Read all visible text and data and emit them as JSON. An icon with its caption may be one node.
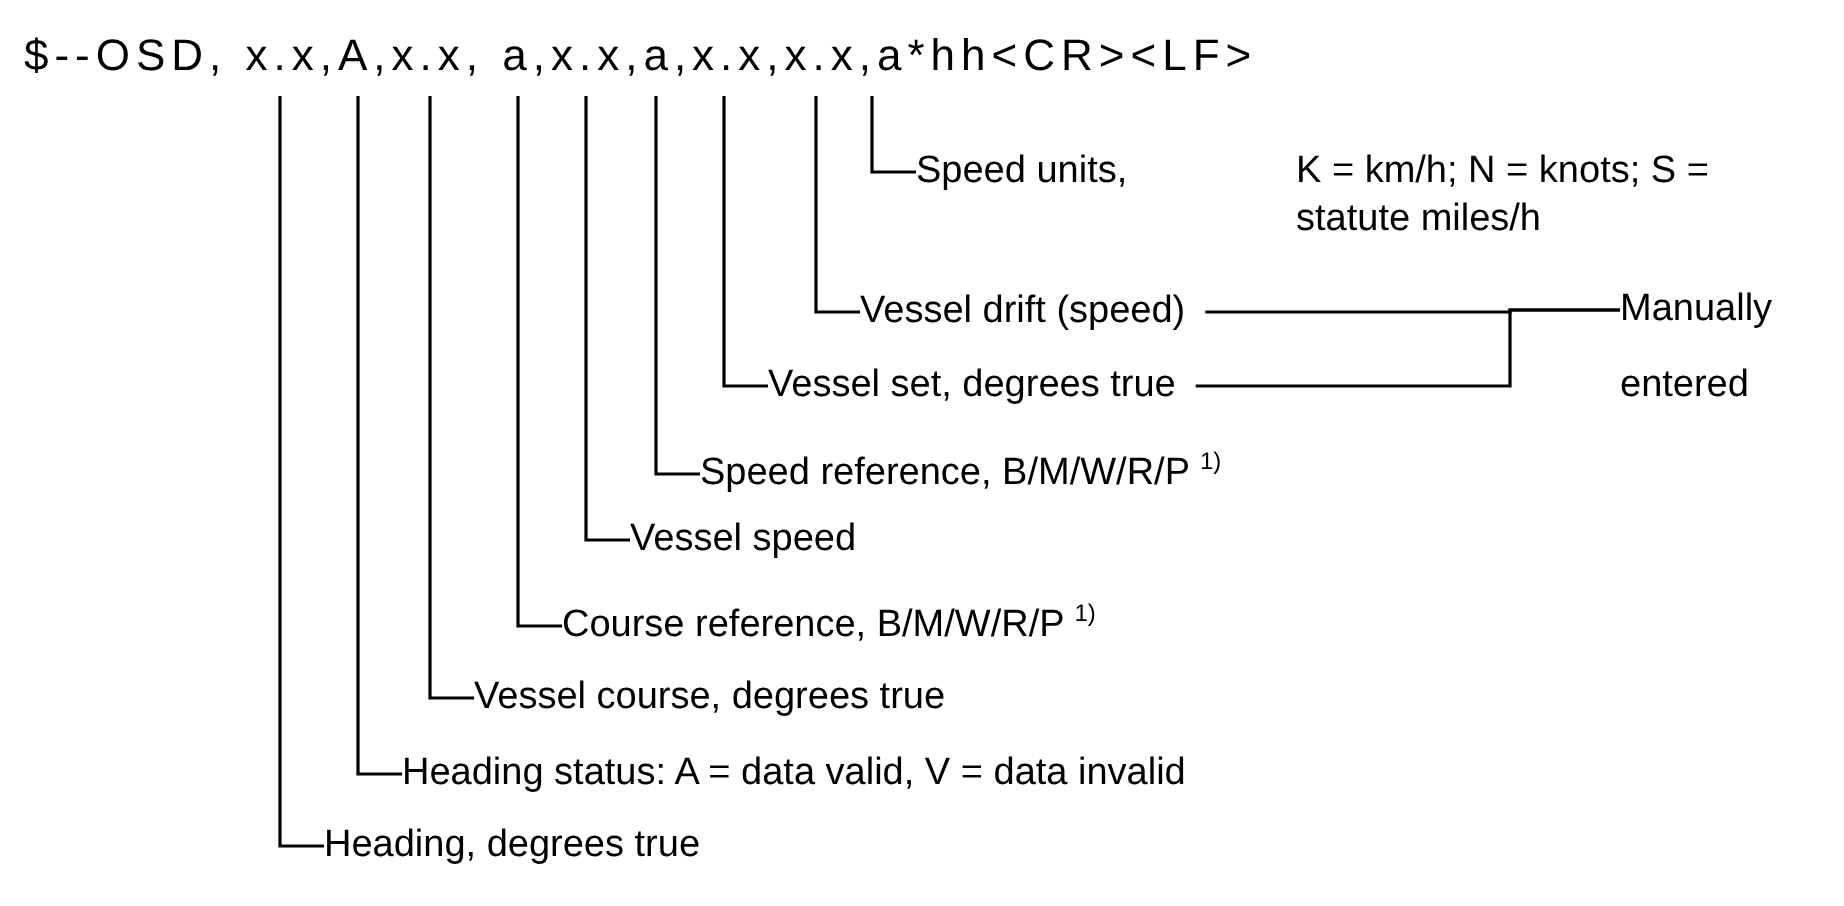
{
  "diagram": {
    "nodes": [
      {
        "text": [
          "$--OSD, x.x,A,x.x, a,x.x,a,x.x,x.x,a*hh<CR><LF>"
        ]
      },
      {
        "text": [
          "Speed units,",
          "K = km/h; N = knots; S = statute miles/h"
        ]
      },
      {
        "text": [
          "Vessel drift (speed)"
        ]
      },
      {
        "text": [
          "Manually entered"
        ]
      },
      {
        "text": [
          "Vessel set, degrees true"
        ]
      },
      {
        "text": [
          "Speed reference, B/M/W/R/P $^{1)}$"
        ]
      },
      {
        "text": [
          "Vessel speed"
        ]
      },
      {
        "text": [
          "Course reference, B/M/W/R/P $^{1)}$"
        ]
      },
      {
        "text": [
          "Vessel course, degrees true"
        ]
      },
      {
        "text": [
          "Heading status: A = data valid, V = data invalid"
        ]
      },
      {
        "text": [
          "Heading, degrees true"
        ]
      }
    ],
    "edges": [
      {
        "from": 1,
        "to": 0,
        "arrow": "none"
      },
      {
        "from": 2,
        "to": 0,
        "arrow": "none"
      },
      {
        "from": 2,
        "to": 3,
        "arrow": "none"
      },
      {
        "from": 4,
        "to": 0,
        "arrow": "none"
      },
      {
        "from": 4,
        "to": 3,
        "arrow": "none"
      },
      {
        "from": 5,
        "to": 0,
        "arrow": "none"
      },
      {
        "from": 6,
        "to": 0,
        "arrow": "none"
      },
      {
        "from": 7,
        "to": 0,
        "arrow": "none"
      },
      {
        "from": 8,
        "to": 0,
        "arrow": "none"
      },
      {
        "from": 9,
        "to": 0,
        "arrow": "none"
      },
      {
        "from": 10,
        "to": 0,
        "arrow": "none"
      }
    ]
  }
}
